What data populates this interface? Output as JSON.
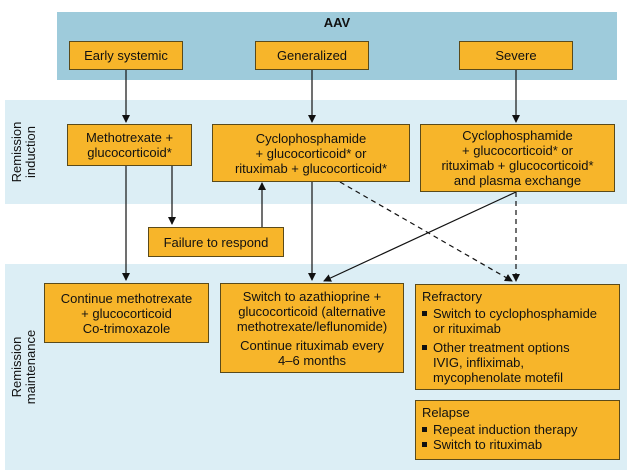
{
  "header": {
    "title": "AAV"
  },
  "stages": {
    "induction": [
      "Remission",
      "induction"
    ],
    "maintenance": [
      "Remission",
      "maintenance"
    ]
  },
  "severity": {
    "early": "Early systemic",
    "generalized": "Generalized",
    "severe": "Severe"
  },
  "induction": {
    "early": [
      "Methotrexate +",
      "glucocorticoid*"
    ],
    "generalized": [
      "Cyclophosphamide",
      "+ glucocorticoid* or",
      "rituximab + glucocorticoid*"
    ],
    "severe": [
      "Cyclophosphamide",
      "+ glucocorticoid* or",
      "rituximab + glucocorticoid*",
      "and plasma exchange"
    ]
  },
  "failure": "Failure to respond",
  "maintenance": {
    "early": [
      "Continue methotrexate",
      "+ glucocorticoid",
      "Co-trimoxazole"
    ],
    "switch": [
      "Switch to azathioprine +",
      "glucocorticoid (alternative",
      "methotrexate/leflunomide)"
    ],
    "continue": [
      "Continue rituximab every",
      "4–6 months"
    ]
  },
  "refractory": {
    "title": "Refractory",
    "items": [
      [
        "Switch to cyclophosphamide",
        "or rituximab"
      ],
      [
        "Other treatment options",
        "IVIG, infliximab,",
        "mycophenolate motefil"
      ]
    ]
  },
  "relapse": {
    "title": "Relapse",
    "items": [
      "Repeat induction therapy",
      "Switch to rituximab"
    ]
  },
  "colors": {
    "box": "#f7b52a",
    "band_dark": "#9ecbdb",
    "band_light": "#dceef5"
  }
}
